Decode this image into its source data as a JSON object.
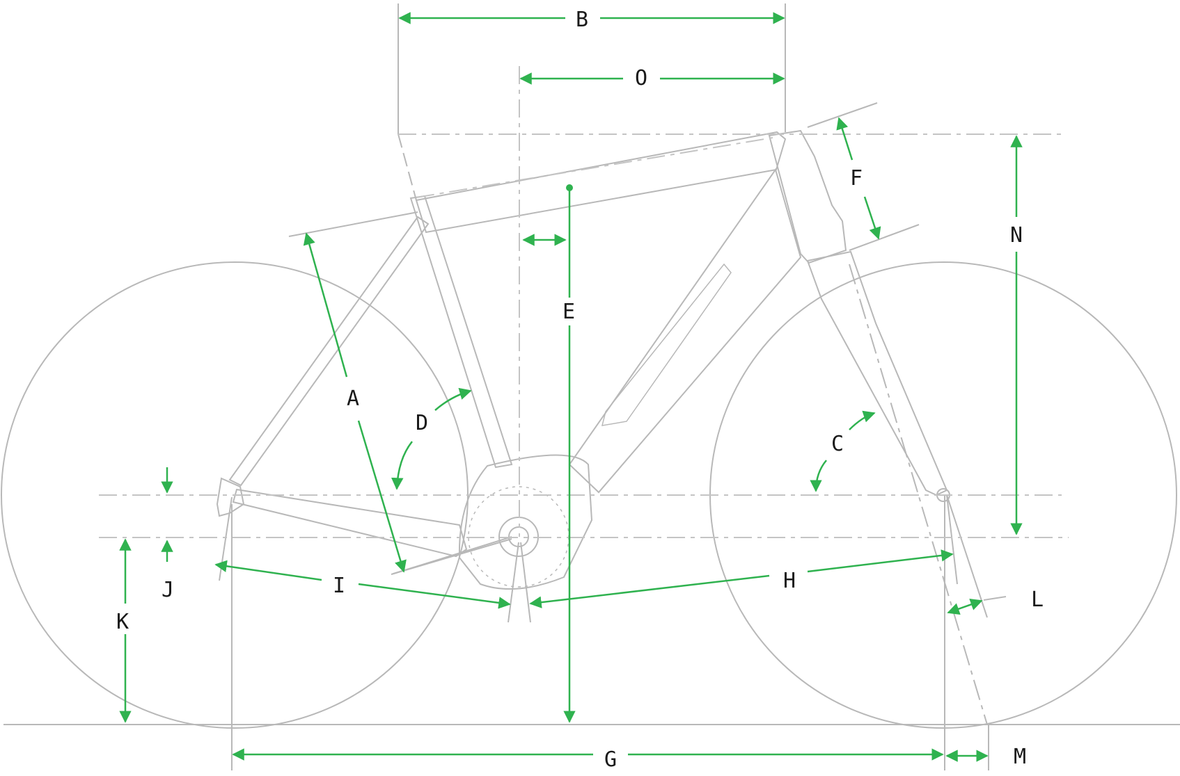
{
  "labels": {
    "A": "A",
    "B": "B",
    "C": "C",
    "D": "D",
    "E": "E",
    "F": "F",
    "G": "G",
    "H": "H",
    "I": "I",
    "J": "J",
    "K": "K",
    "L": "L",
    "M": "M",
    "N": "N",
    "O": "O"
  },
  "colors": {
    "frame": "#b8b8b8",
    "dimension": "#2fb24f",
    "label": "#1a1a1a"
  }
}
